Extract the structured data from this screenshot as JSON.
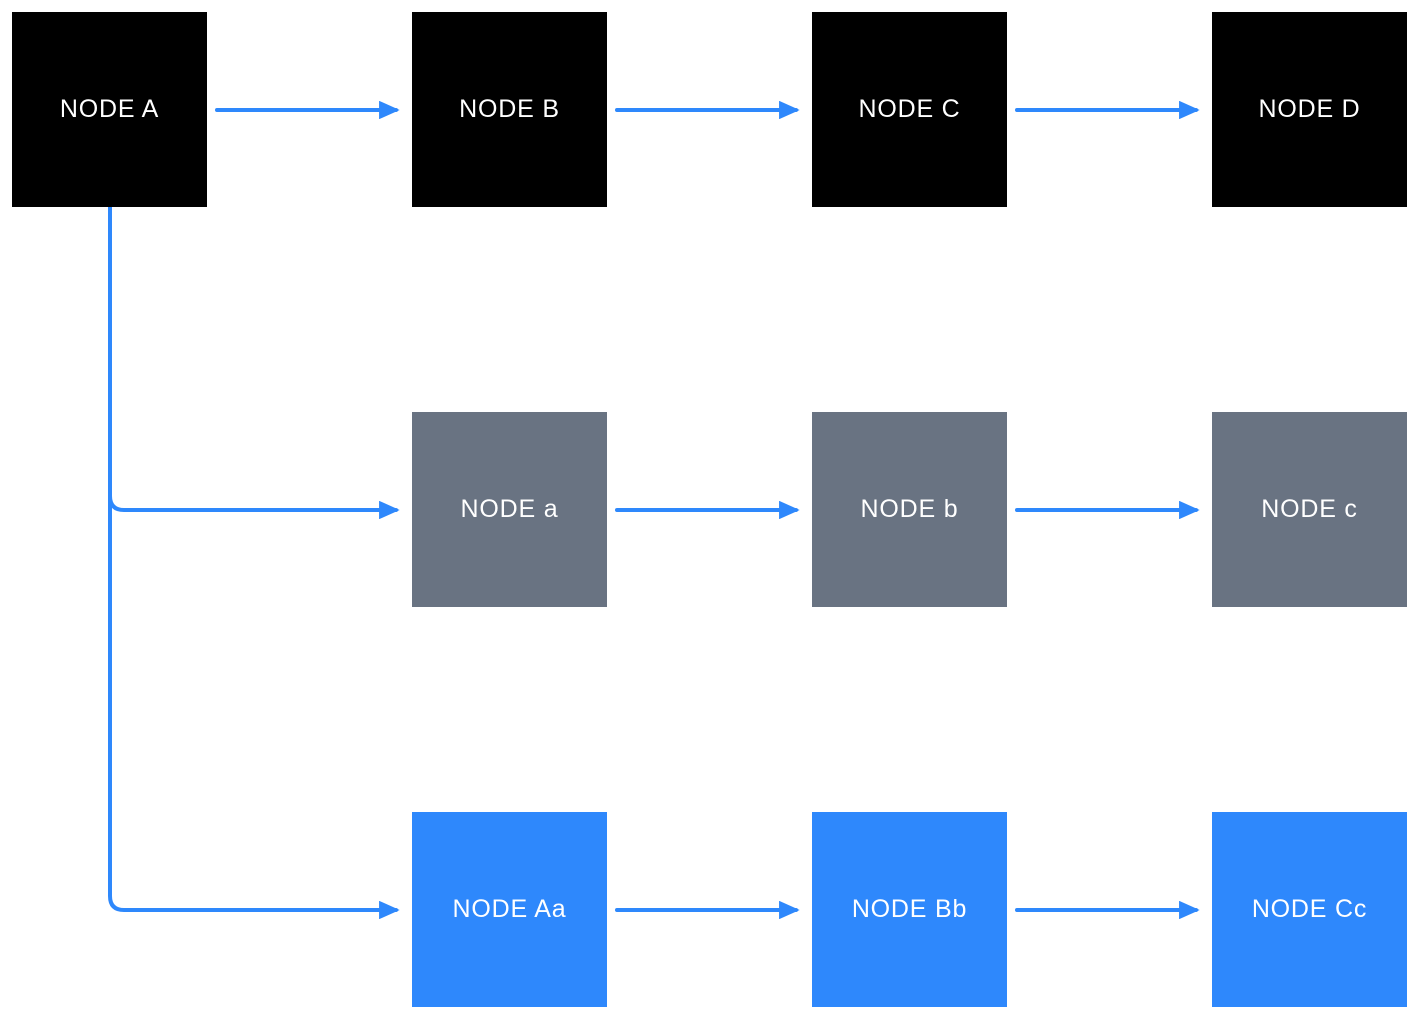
{
  "diagram": {
    "colors": {
      "background": "#ffffff",
      "connector": "#2e88fc",
      "node_black": "#000000",
      "node_gray": "#697382",
      "node_blue": "#2e88fc",
      "label_text": "#ffffff"
    },
    "nodes": {
      "A": {
        "label": "NODE A",
        "variant": "black"
      },
      "B": {
        "label": "NODE B",
        "variant": "black"
      },
      "C": {
        "label": "NODE C",
        "variant": "black"
      },
      "D": {
        "label": "NODE D",
        "variant": "black"
      },
      "a": {
        "label": "NODE a",
        "variant": "gray"
      },
      "b": {
        "label": "NODE b",
        "variant": "gray"
      },
      "c": {
        "label": "NODE c",
        "variant": "gray"
      },
      "Aa": {
        "label": "NODE Aa",
        "variant": "blue"
      },
      "Bb": {
        "label": "NODE Bb",
        "variant": "blue"
      },
      "Cc": {
        "label": "NODE Cc",
        "variant": "blue"
      }
    },
    "edges": [
      {
        "from": "NODE A",
        "to": "NODE B"
      },
      {
        "from": "NODE B",
        "to": "NODE C"
      },
      {
        "from": "NODE C",
        "to": "NODE D"
      },
      {
        "from": "NODE A",
        "to": "NODE a"
      },
      {
        "from": "NODE a",
        "to": "NODE b"
      },
      {
        "from": "NODE b",
        "to": "NODE c"
      },
      {
        "from": "NODE A",
        "to": "NODE Aa"
      },
      {
        "from": "NODE Aa",
        "to": "NODE Bb"
      },
      {
        "from": "NODE Bb",
        "to": "NODE Cc"
      }
    ]
  }
}
